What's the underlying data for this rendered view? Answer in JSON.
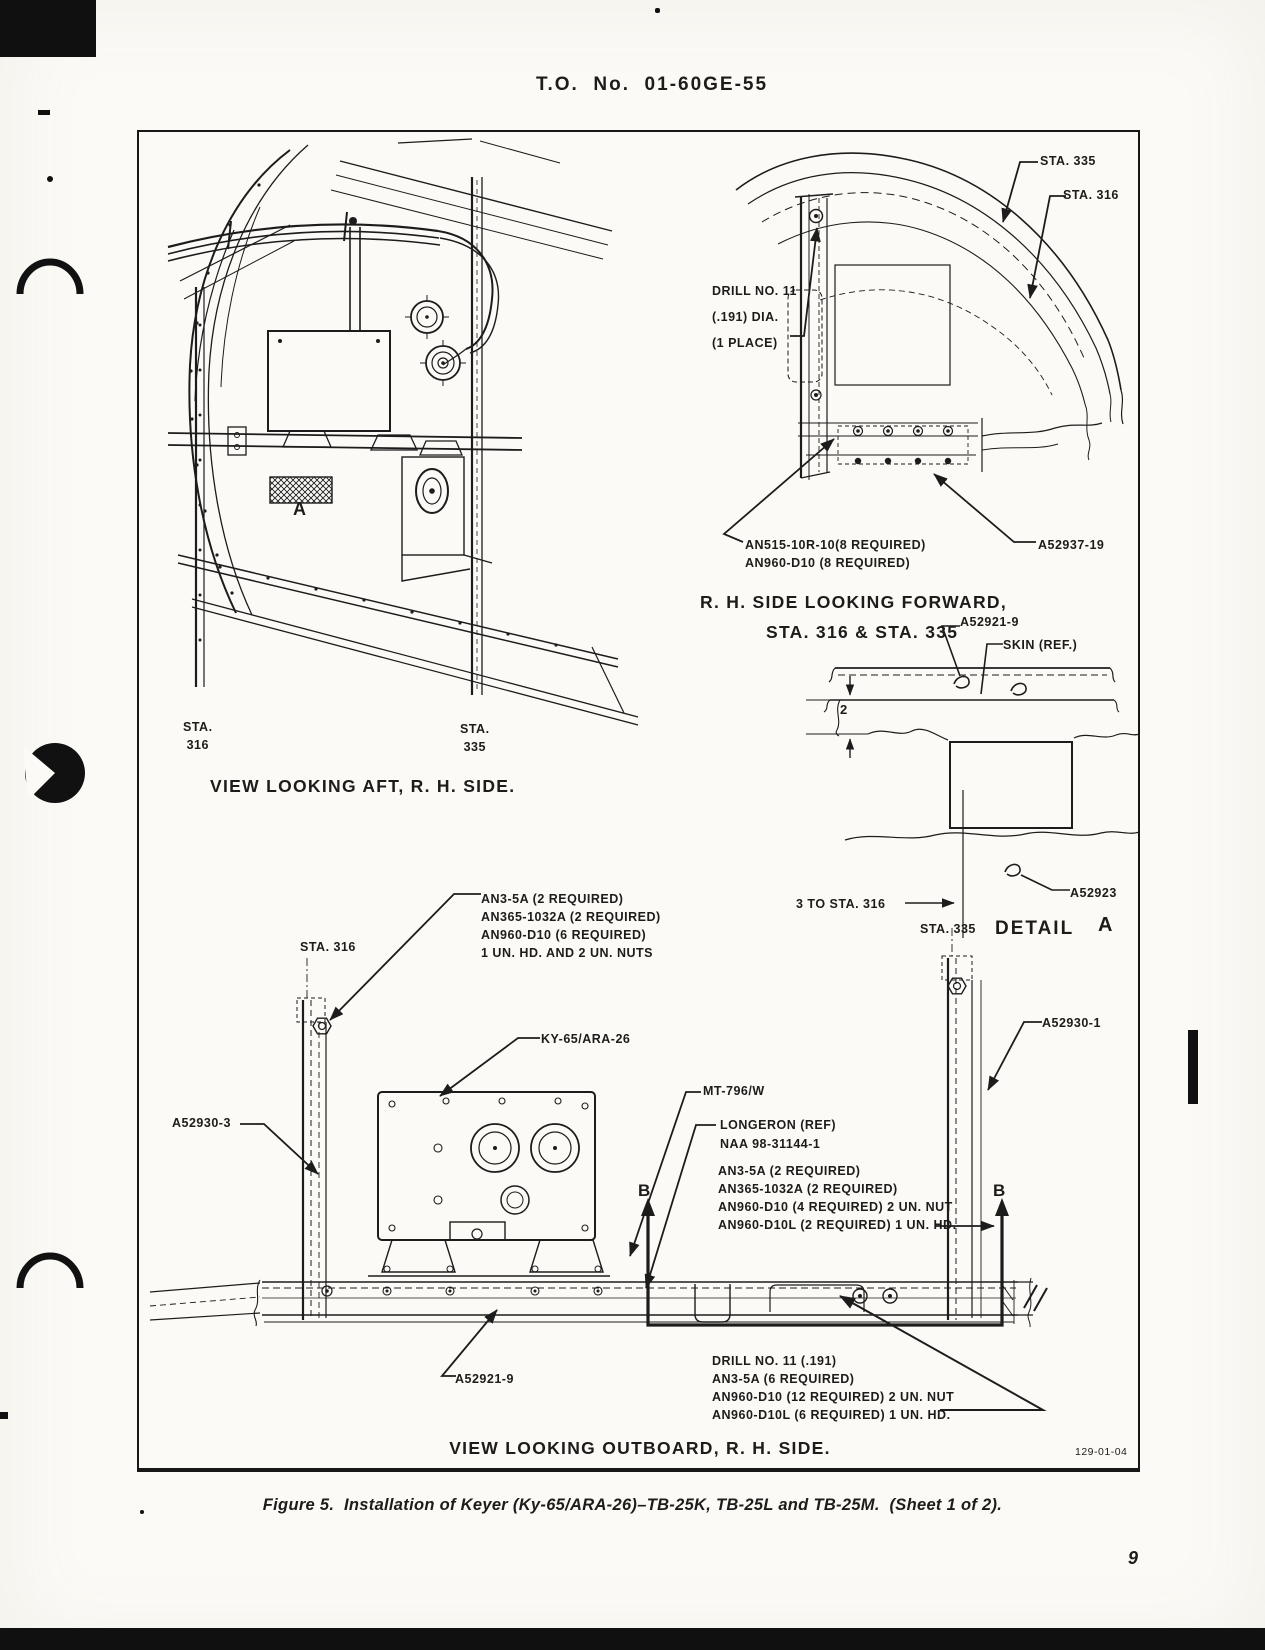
{
  "document": {
    "header": "T.O.  No.  01-60GE-55",
    "page_number": "9",
    "figure_caption": "Figure 5.  Installation of Keyer (Ky-65/ARA-26)–TB-25K, TB-25L and TB-25M.  (Sheet 1 of 2).",
    "drawing_number": "129-01-04"
  },
  "view_aft": {
    "title": "VIEW LOOKING AFT, R. H. SIDE.",
    "sta_316": "STA.\n316",
    "sta_335": "STA.\n335",
    "detail_marker": "A"
  },
  "side_forward": {
    "title_line1": "R. H. SIDE LOOKING FORWARD,",
    "title_line2": "STA. 316 & STA. 335",
    "sta_335": "STA. 335",
    "sta_316": "STA. 316",
    "drill_note": "DRILL NO. 11\n(.191) DIA.\n(1 PLACE)",
    "hardware_note": "AN515-10R-10(8 REQUIRED)\nAN960-D10 (8 REQUIRED)",
    "part_a52937_19": "A52937-19"
  },
  "detail_a": {
    "label": "DETAIL",
    "letter": "A",
    "part_a52921_9": "A52921-9",
    "skin_ref": "SKIN (REF.)",
    "dim_skin_gap": "2",
    "dim_sta_offset": "3 TO STA. 316",
    "part_a52923": "A52923"
  },
  "view_outboard": {
    "title": "VIEW LOOKING OUTBOARD, R. H. SIDE.",
    "hardware_note_upper": "AN3-5A (2 REQUIRED)\nAN365-1032A (2 REQUIRED)\nAN960-D10 (6 REQUIRED)\n1 UN. HD. AND 2 UN. NUTS",
    "sta_316": "STA. 316",
    "sta_335": "STA. 335",
    "keyer_label": "KY-65/ARA-26",
    "mount_label": "MT-796/W",
    "longeron_note": "LONGERON (REF)\nNAA 98-31144-1",
    "hardware_note_right": "AN3-5A (2 REQUIRED)\nAN365-1032A (2 REQUIRED)\nAN960-D10 (4 REQUIRED) 2 UN. NUT\nAN960-D10L (2 REQUIRED) 1 UN. HD.",
    "part_a52930_1": "A52930-1",
    "part_a52930_3": "A52930-3",
    "part_a52921_9": "A52921-9",
    "hardware_note_lower": "DRILL NO. 11 (.191)\nAN3-5A (6 REQUIRED)\nAN960-D10 (12 REQUIRED) 2 UN. NUT\nAN960-D10L (6 REQUIRED) 1 UN. HD.",
    "section_b_left": "B",
    "section_b_right": "B"
  }
}
